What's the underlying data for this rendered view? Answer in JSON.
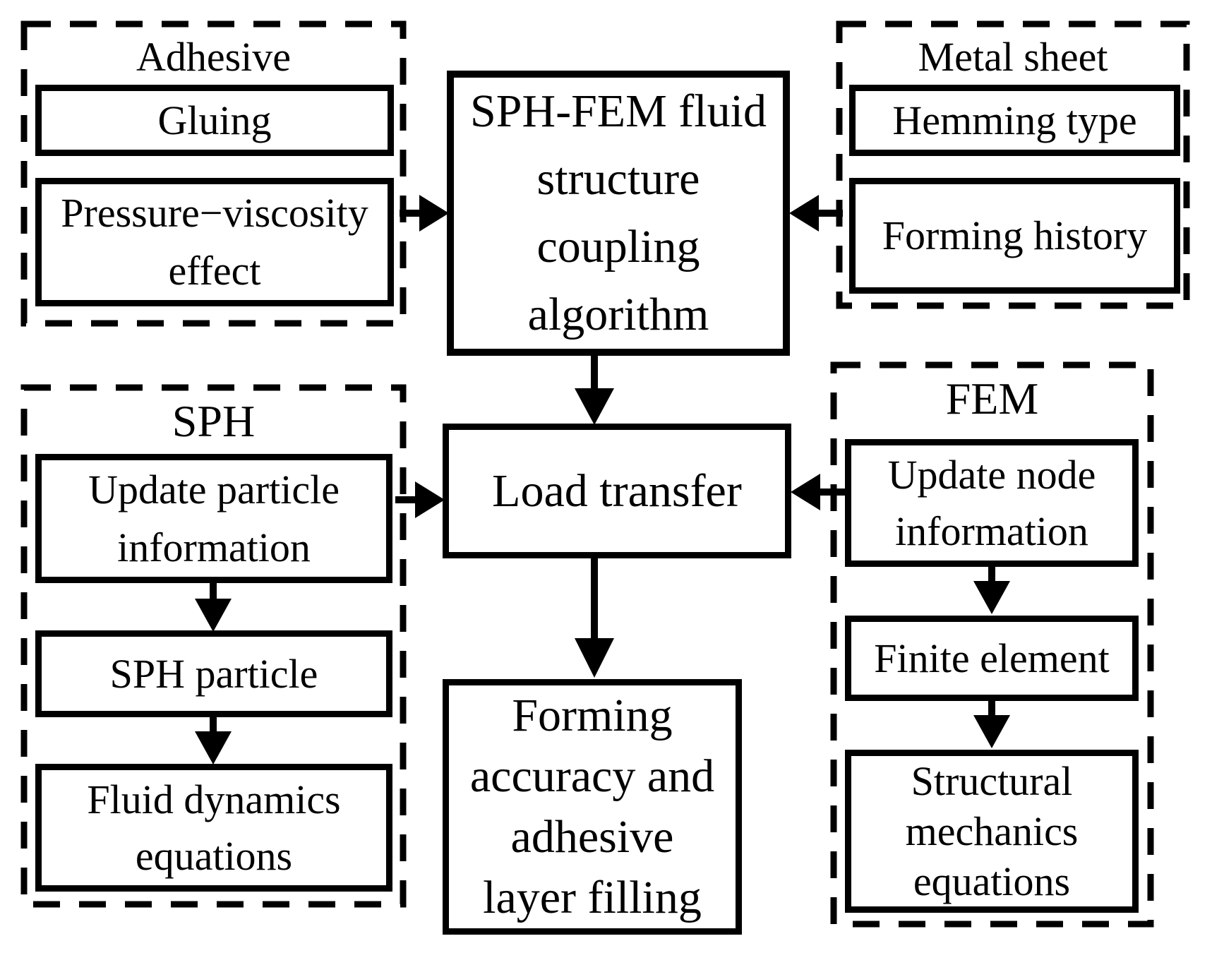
{
  "figure": {
    "type": "flowchart",
    "background_color": "#ffffff",
    "line_color": "#000000",
    "groups": {
      "adhesive": {
        "title": "Adhesive",
        "items": {
          "gluing": "Gluing",
          "pressure_viscosity": "Pressure−viscosity\neffect"
        }
      },
      "metal_sheet": {
        "title": "Metal sheet",
        "items": {
          "hemming_type": "Hemming type",
          "forming_history": "Forming history"
        }
      },
      "sph": {
        "title": "SPH",
        "items": {
          "update_particle": "Update particle\ninformation",
          "sph_particle": "SPH particle",
          "fluid_dynamics": "Fluid dynamics\nequations"
        }
      },
      "fem": {
        "title": "FEM",
        "items": {
          "update_node": "Update node\ninformation",
          "finite_element": "Finite element",
          "structural_mechanics": "Structural\nmechanics\nequations"
        }
      }
    },
    "nodes": {
      "coupling": "SPH-FEM fluid\nstructure\ncoupling\nalgorithm",
      "load_transfer": "Load transfer",
      "result": "Forming\naccuracy and\nadhesive\nlayer filling"
    },
    "connections": [
      "Adhesive → SPH-FEM fluid structure coupling algorithm",
      "Metal sheet → SPH-FEM fluid structure coupling algorithm",
      "SPH-FEM fluid structure coupling algorithm → Load transfer",
      "SPH → Load transfer",
      "FEM → Load transfer",
      "Load transfer → Forming accuracy and adhesive layer filling",
      "Update particle information → SPH particle",
      "SPH particle → Fluid dynamics equations",
      "Update node information → Finite element",
      "Finite element → Structural mechanics equations"
    ]
  }
}
